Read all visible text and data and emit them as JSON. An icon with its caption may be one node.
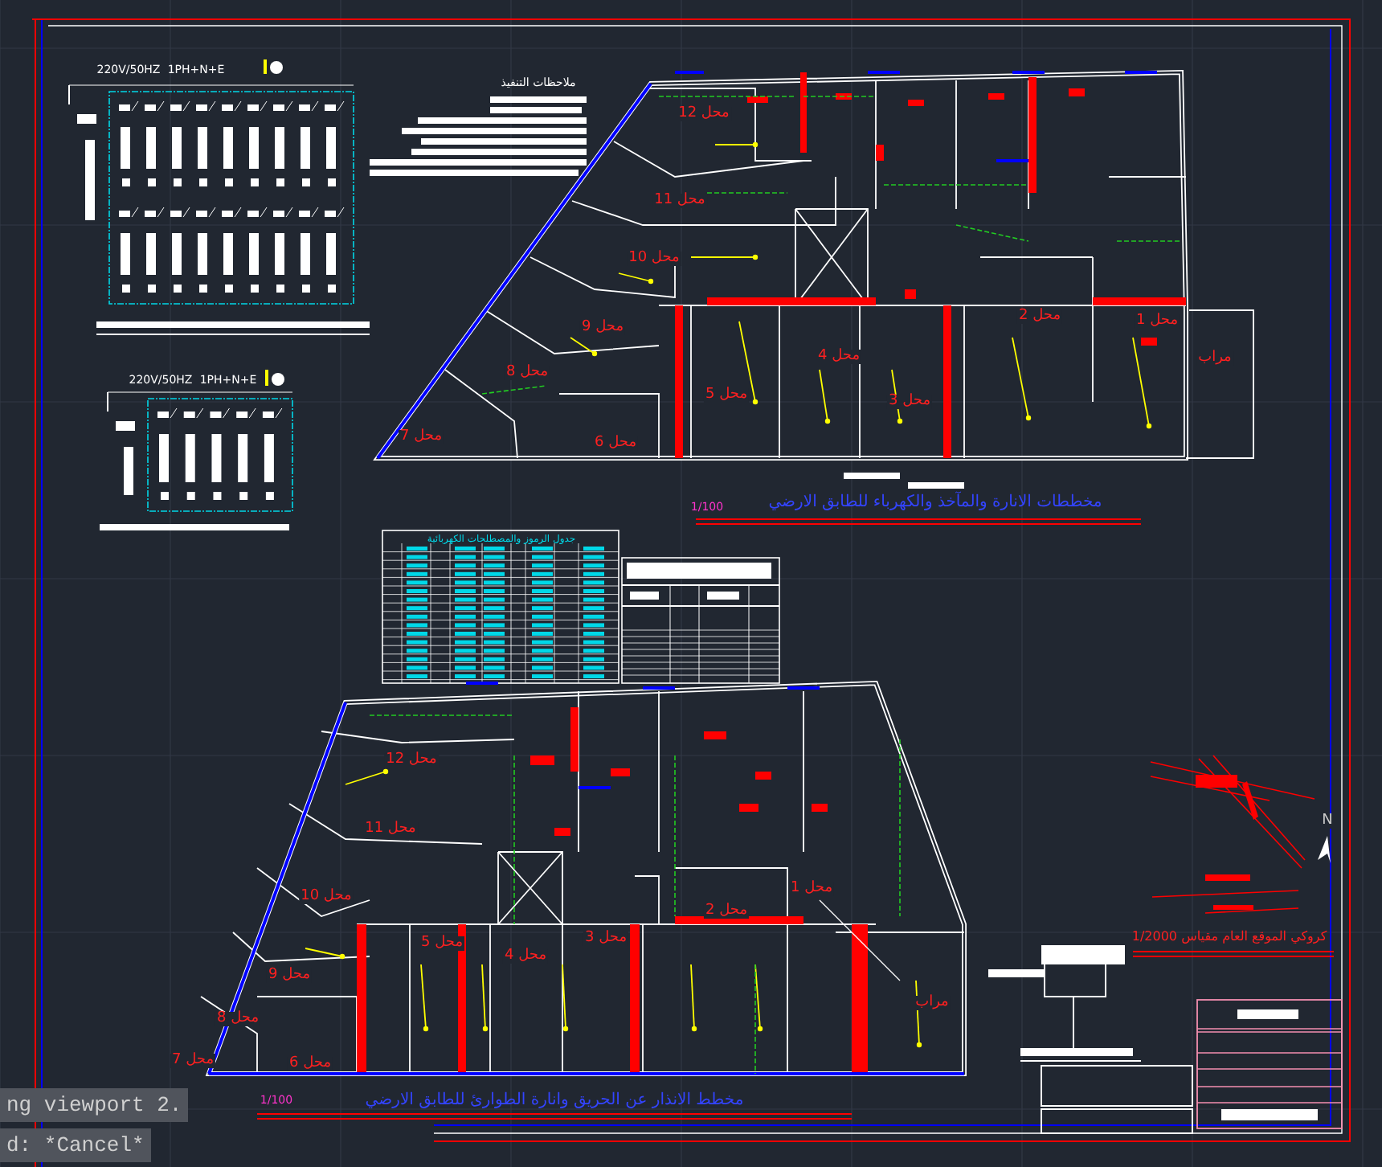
{
  "diagram": {
    "labels": [
      "220V/50HZ",
      "1PH+N+E",
      "ملاحظات التنفيذ",
      "220V/50HZ",
      "1PH+N+E",
      "محل 12",
      "محل 11",
      "محل 10",
      "محل 9",
      "محل 8",
      "محل 7",
      "محل 6",
      "محل 5",
      "محل 4",
      "محل 3",
      "محل 2",
      "محل 1",
      "مراب",
      "1/100",
      "مخططات الانارة والمآخذ والكهرباء للطابق الارضي",
      "جدول الرموز والمصطلحات الكهربائية",
      "محل 12",
      "محل 11",
      "محل 10",
      "محل 9",
      "محل 8",
      "محل 7",
      "محل 6",
      "محل 5",
      "محل 4",
      "محل 3",
      "محل 2",
      "محل 1",
      "مراب",
      "N",
      "كروكي الموقع العام مقياس 1/2000",
      "ng viewport 2.",
      "1/100",
      "مخطط الانذار عن الحريق وانارة الطوارئ للطابق الارضي",
      "d: *Cancel*"
    ]
  }
}
